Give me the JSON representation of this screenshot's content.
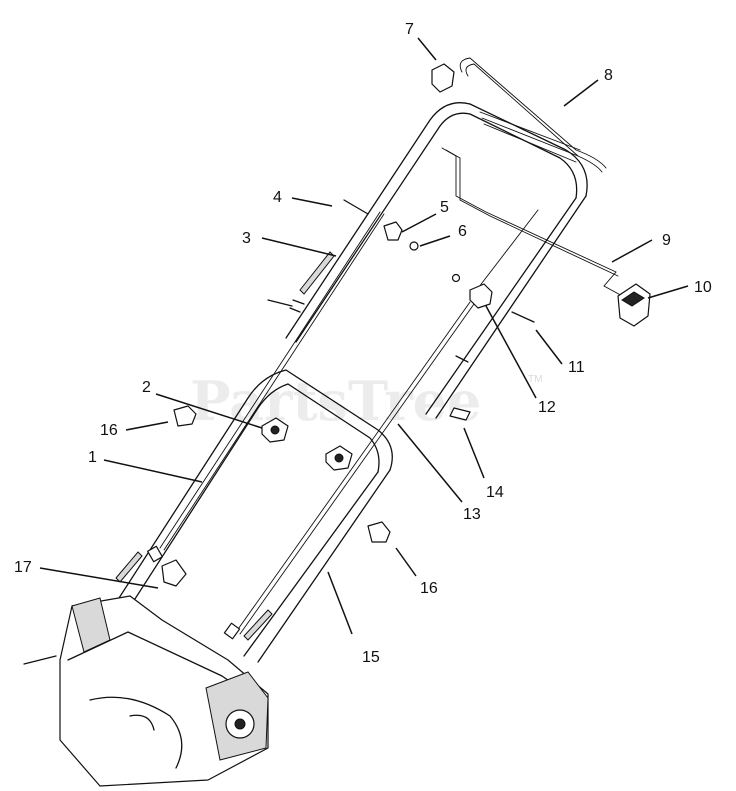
{
  "watermark": {
    "text": "PartsTree",
    "mark": "TM"
  },
  "callouts": [
    {
      "id": "1",
      "label": "1"
    },
    {
      "id": "2",
      "label": "2"
    },
    {
      "id": "3",
      "label": "3"
    },
    {
      "id": "4",
      "label": "4"
    },
    {
      "id": "5",
      "label": "5"
    },
    {
      "id": "6",
      "label": "6"
    },
    {
      "id": "7",
      "label": "7"
    },
    {
      "id": "8",
      "label": "8"
    },
    {
      "id": "9",
      "label": "9"
    },
    {
      "id": "10",
      "label": "10"
    },
    {
      "id": "11",
      "label": "11"
    },
    {
      "id": "12",
      "label": "12"
    },
    {
      "id": "13",
      "label": "13"
    },
    {
      "id": "14",
      "label": "14"
    },
    {
      "id": "15",
      "label": "15"
    },
    {
      "id": "16a",
      "label": "16"
    },
    {
      "id": "16b",
      "label": "16"
    },
    {
      "id": "17",
      "label": "17"
    }
  ]
}
